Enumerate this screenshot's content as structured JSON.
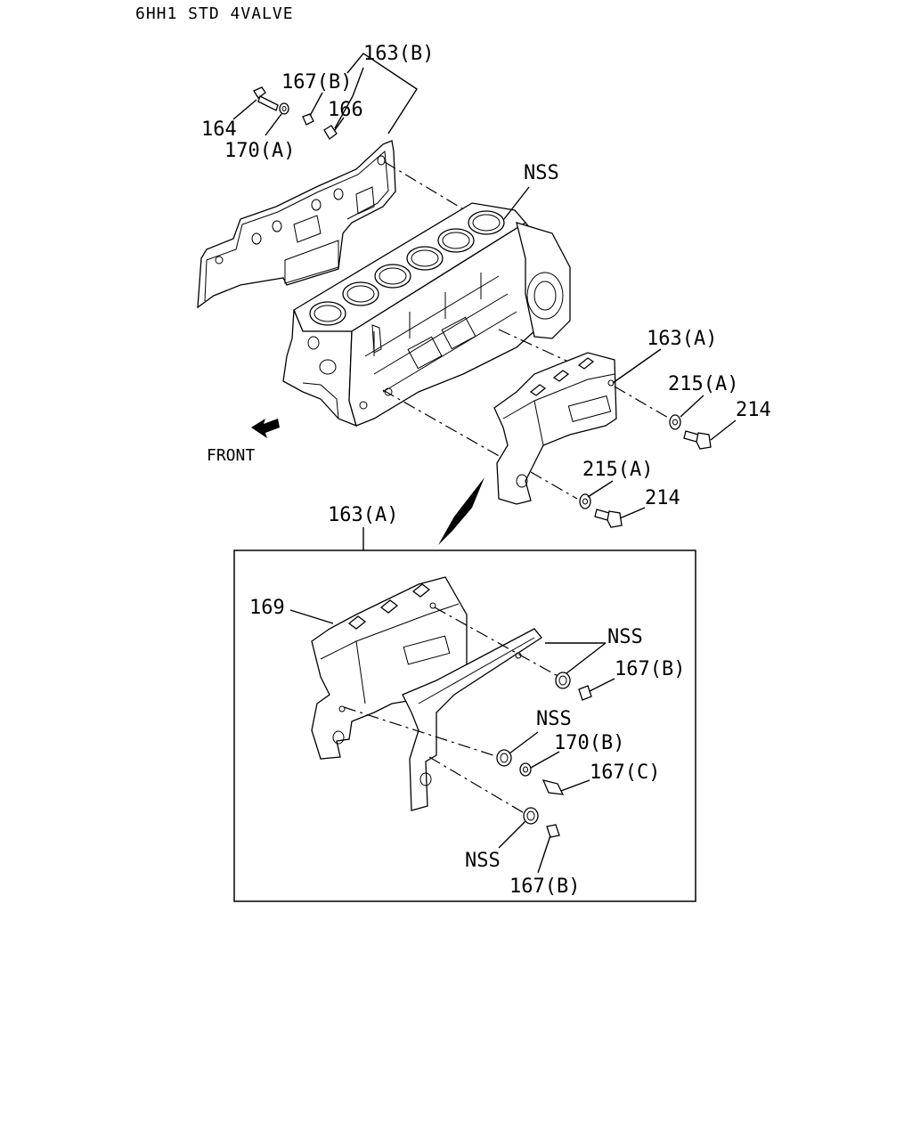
{
  "title": "6HH1 STD 4VALVE",
  "front_label": "FRONT",
  "callouts": {
    "c163b": "163(B)",
    "c167b_top": "167(B)",
    "c166": "166",
    "c164": "164",
    "c170a": "170(A)",
    "nss_block": "NSS",
    "c163a_main": "163(A)",
    "c215a_1": "215(A)",
    "c214_1": "214",
    "c215a_2": "215(A)",
    "c214_2": "214",
    "c163a_detail": "163(A)",
    "c169": "169",
    "nss_1": "NSS",
    "c167b_1": "167(B)",
    "nss_2": "NSS",
    "c170b": "170(B)",
    "c167c": "167(C)",
    "nss_3": "NSS",
    "c167b_2": "167(B)"
  }
}
